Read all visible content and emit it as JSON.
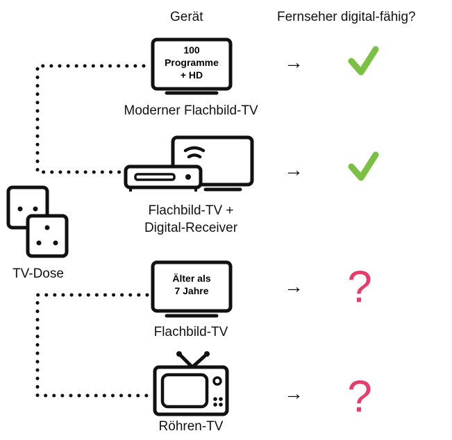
{
  "headers": {
    "device": "Gerät",
    "question": "Fernseher digital-fähig?"
  },
  "socket": {
    "label": "TV-Dose",
    "icon": "tv-socket-icon"
  },
  "devices": [
    {
      "name": "tv-modern",
      "screen_lines": [
        "100",
        "Programme",
        "+ HD"
      ],
      "label_lines": [
        "Moderner Flachbild-TV"
      ],
      "icon": "flatscreen-tv-icon",
      "status": "check",
      "status_icon": "check-icon"
    },
    {
      "name": "tv-receiver",
      "screen_lines": [],
      "label_lines": [
        "Flachbild-TV +",
        "Digital-Receiver"
      ],
      "icon": "tv-with-receiver-icon",
      "status": "check",
      "status_icon": "check-icon"
    },
    {
      "name": "tv-old-flat",
      "screen_lines": [
        "Älter als",
        "7 Jahre"
      ],
      "label_lines": [
        "Flachbild-TV"
      ],
      "icon": "flatscreen-tv-icon",
      "status": "question",
      "status_icon": "question-mark-icon"
    },
    {
      "name": "tv-crt",
      "screen_lines": [],
      "label_lines": [
        "Röhren-TV"
      ],
      "icon": "crt-tv-icon",
      "status": "question",
      "status_icon": "question-mark-icon"
    }
  ],
  "arrow_glyph": "→",
  "question_glyph": "?",
  "colors": {
    "check": "#7ac143",
    "question": "#e83c6b",
    "line": "#111111"
  }
}
